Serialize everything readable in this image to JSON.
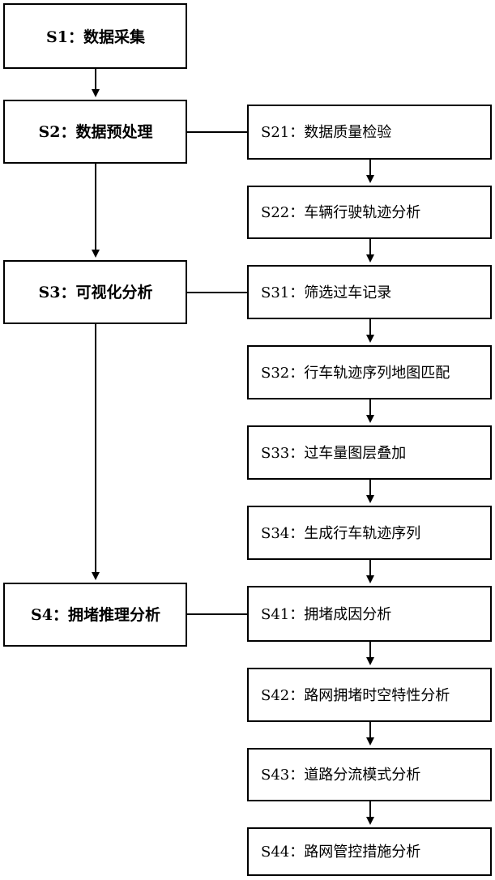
{
  "main_steps": [
    {
      "id": "S1",
      "label": "S1：数据采集"
    },
    {
      "id": "S2",
      "label": "S2：数据预处理"
    },
    {
      "id": "S3",
      "label": "S3：可视化分析"
    },
    {
      "id": "S4",
      "label": "S4：拥堵推理分析"
    }
  ],
  "sub_steps": [
    {
      "id": "S21",
      "label": "S21：数据质量检验"
    },
    {
      "id": "S22",
      "label": "S22：车辆行驶轨迹分析"
    },
    {
      "id": "S31",
      "label": "S31：筛选过车记录"
    },
    {
      "id": "S32",
      "label": "S32：行车轨迹序列地图匹配"
    },
    {
      "id": "S33",
      "label": "S33：过车量图层叠加"
    },
    {
      "id": "S34",
      "label": "S34：生成行车轨迹序列"
    },
    {
      "id": "S41",
      "label": "S41：拥堵成因分析"
    },
    {
      "id": "S42",
      "label": "S42：路网拥堵时空特性分析"
    },
    {
      "id": "S43",
      "label": "S43：道路分流模式分析"
    },
    {
      "id": "S44",
      "label": "S44：路网管控措施分析"
    }
  ]
}
